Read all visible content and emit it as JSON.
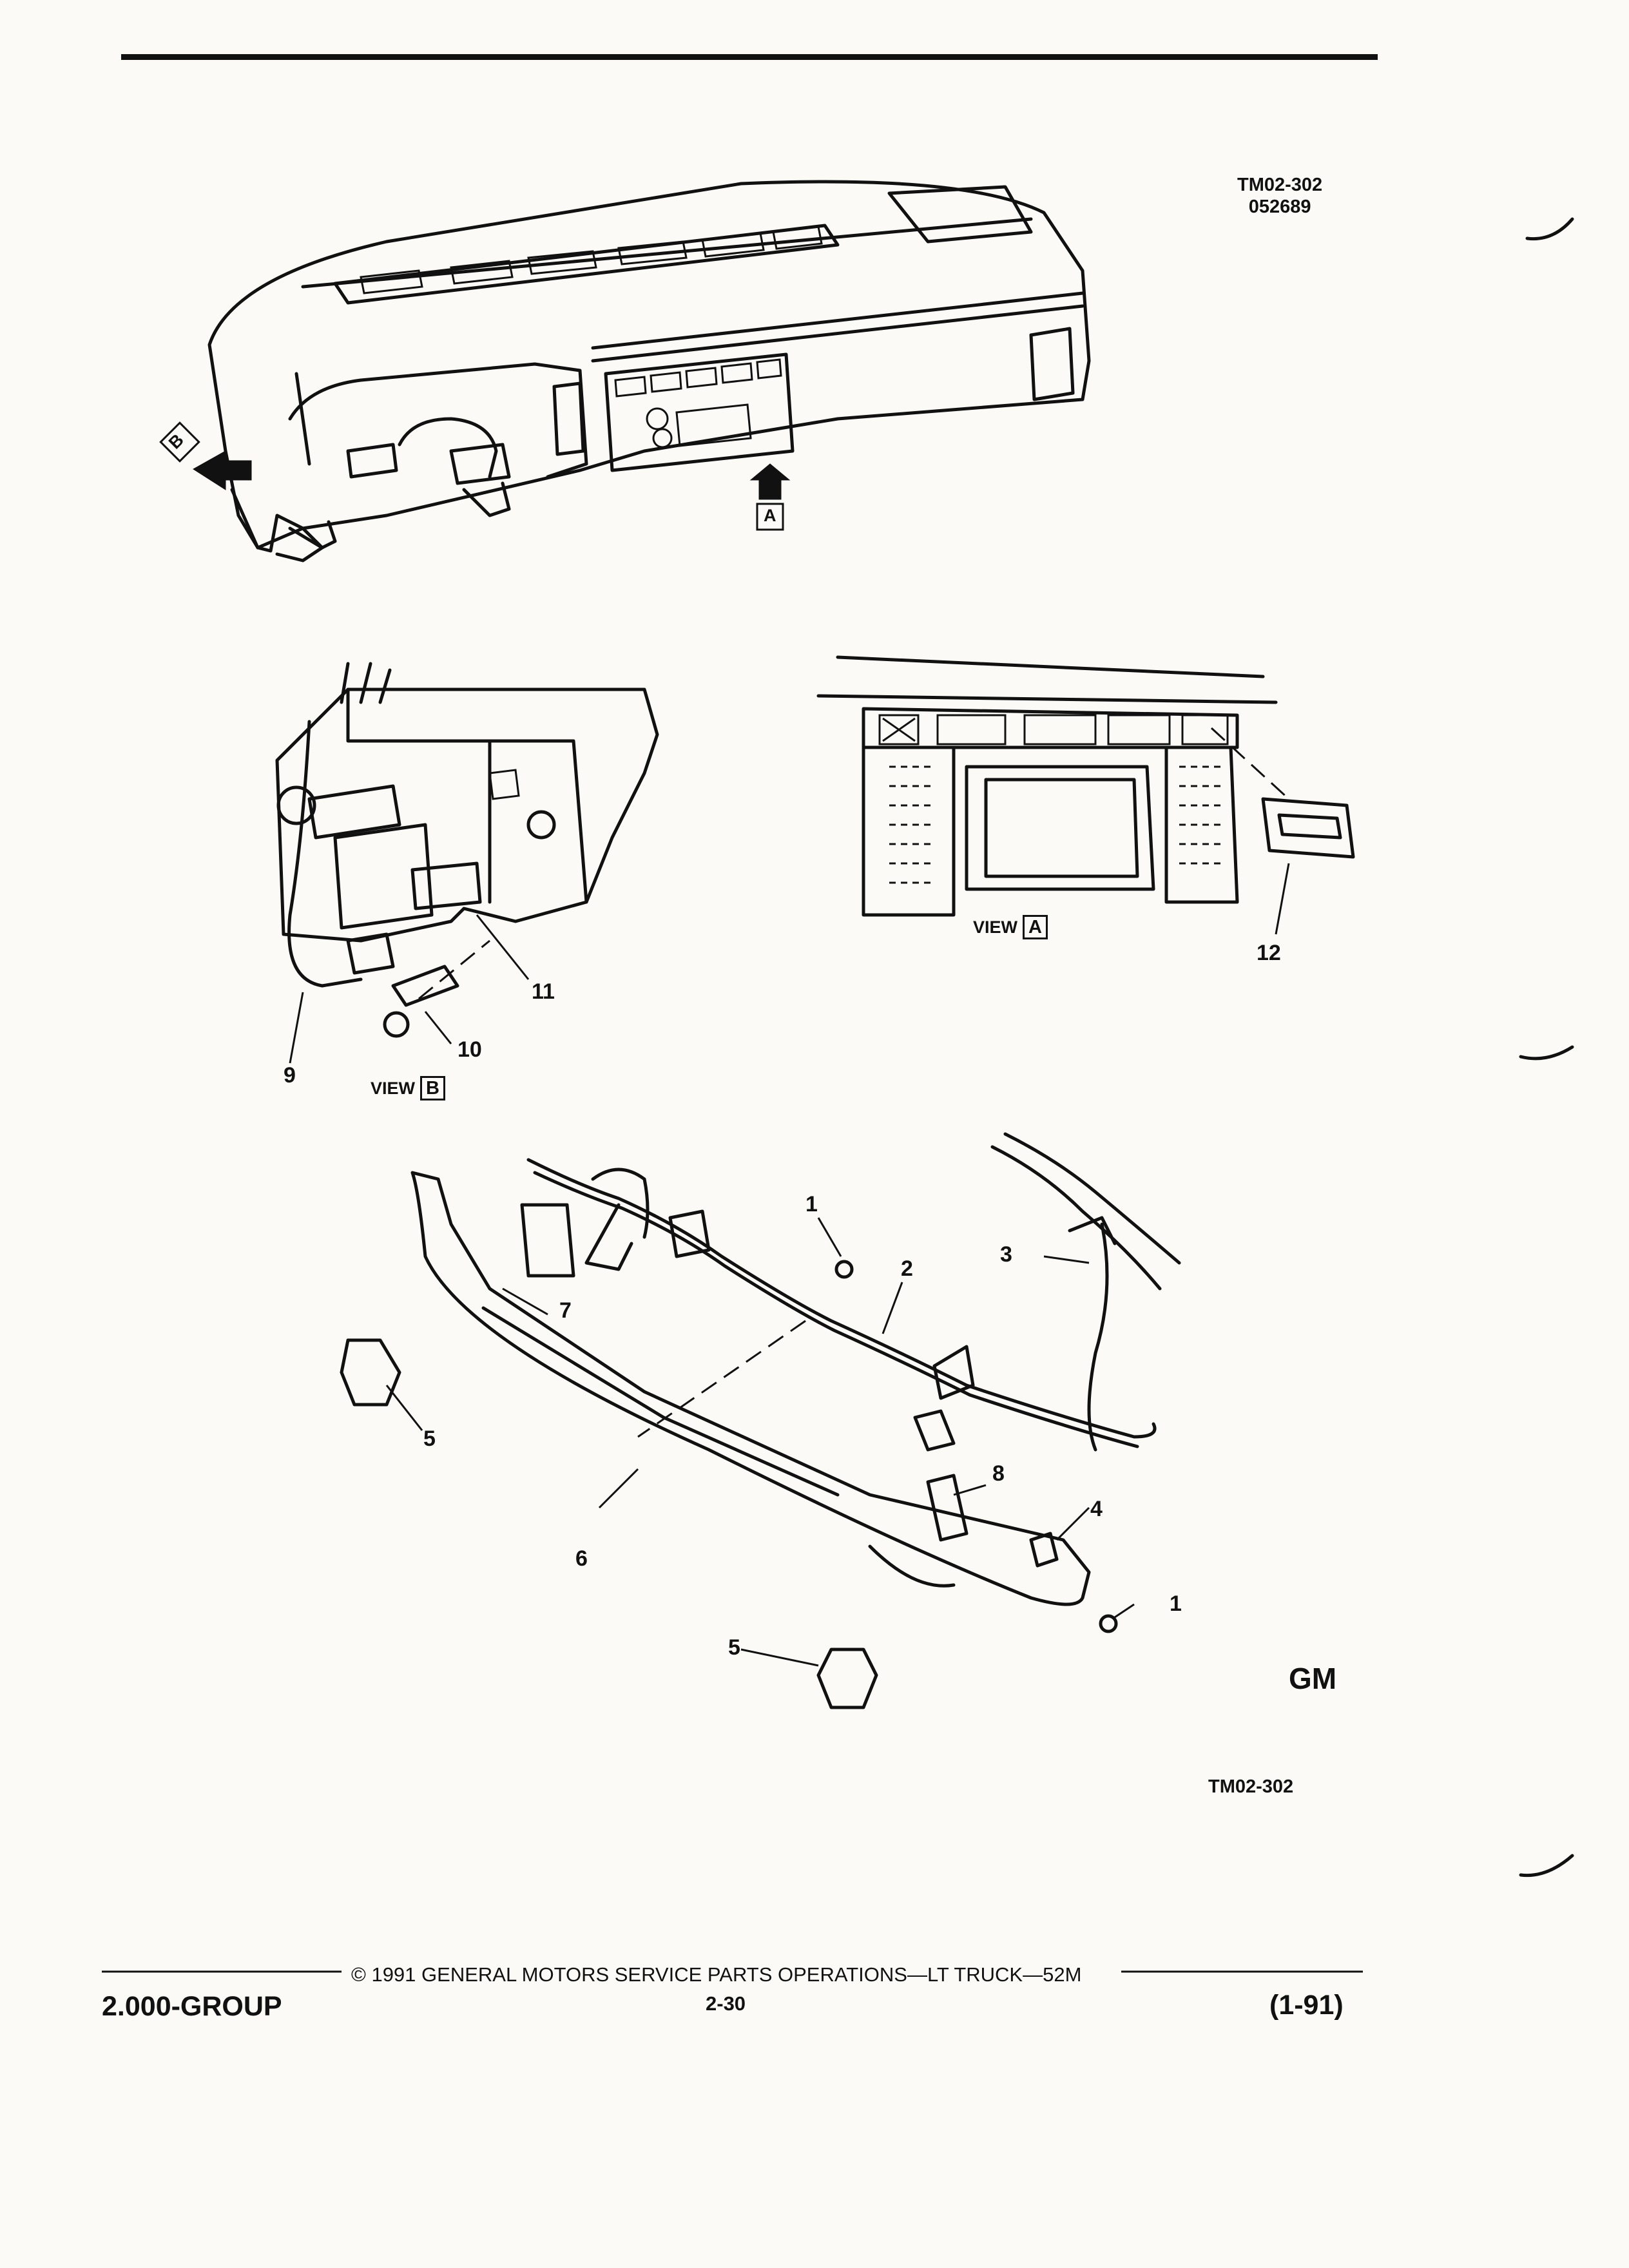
{
  "figure": {
    "id_top": "TM02-302",
    "code_top": "052689",
    "id_bottom": "TM02-302"
  },
  "views": {
    "a_prefix": "VIEW",
    "a_letter": "A",
    "b_prefix": "VIEW",
    "b_letter": "B"
  },
  "arrows": {
    "a_letter": "A",
    "b_letter": "B"
  },
  "callouts": {
    "c1a": "1",
    "c1b": "1",
    "c2": "2",
    "c3": "3",
    "c4": "4",
    "c5a": "5",
    "c5b": "5",
    "c6": "6",
    "c7": "7",
    "c8": "8",
    "c9": "9",
    "c10": "10",
    "c11": "11",
    "c12": "12"
  },
  "footer": {
    "group": "2.000-GROUP",
    "copyright": "© 1991 GENERAL MOTORS SERVICE PARTS OPERATIONS—LT TRUCK—52M",
    "page": "2-30",
    "date": "(1-91)"
  },
  "logo": {
    "text": "GM"
  }
}
